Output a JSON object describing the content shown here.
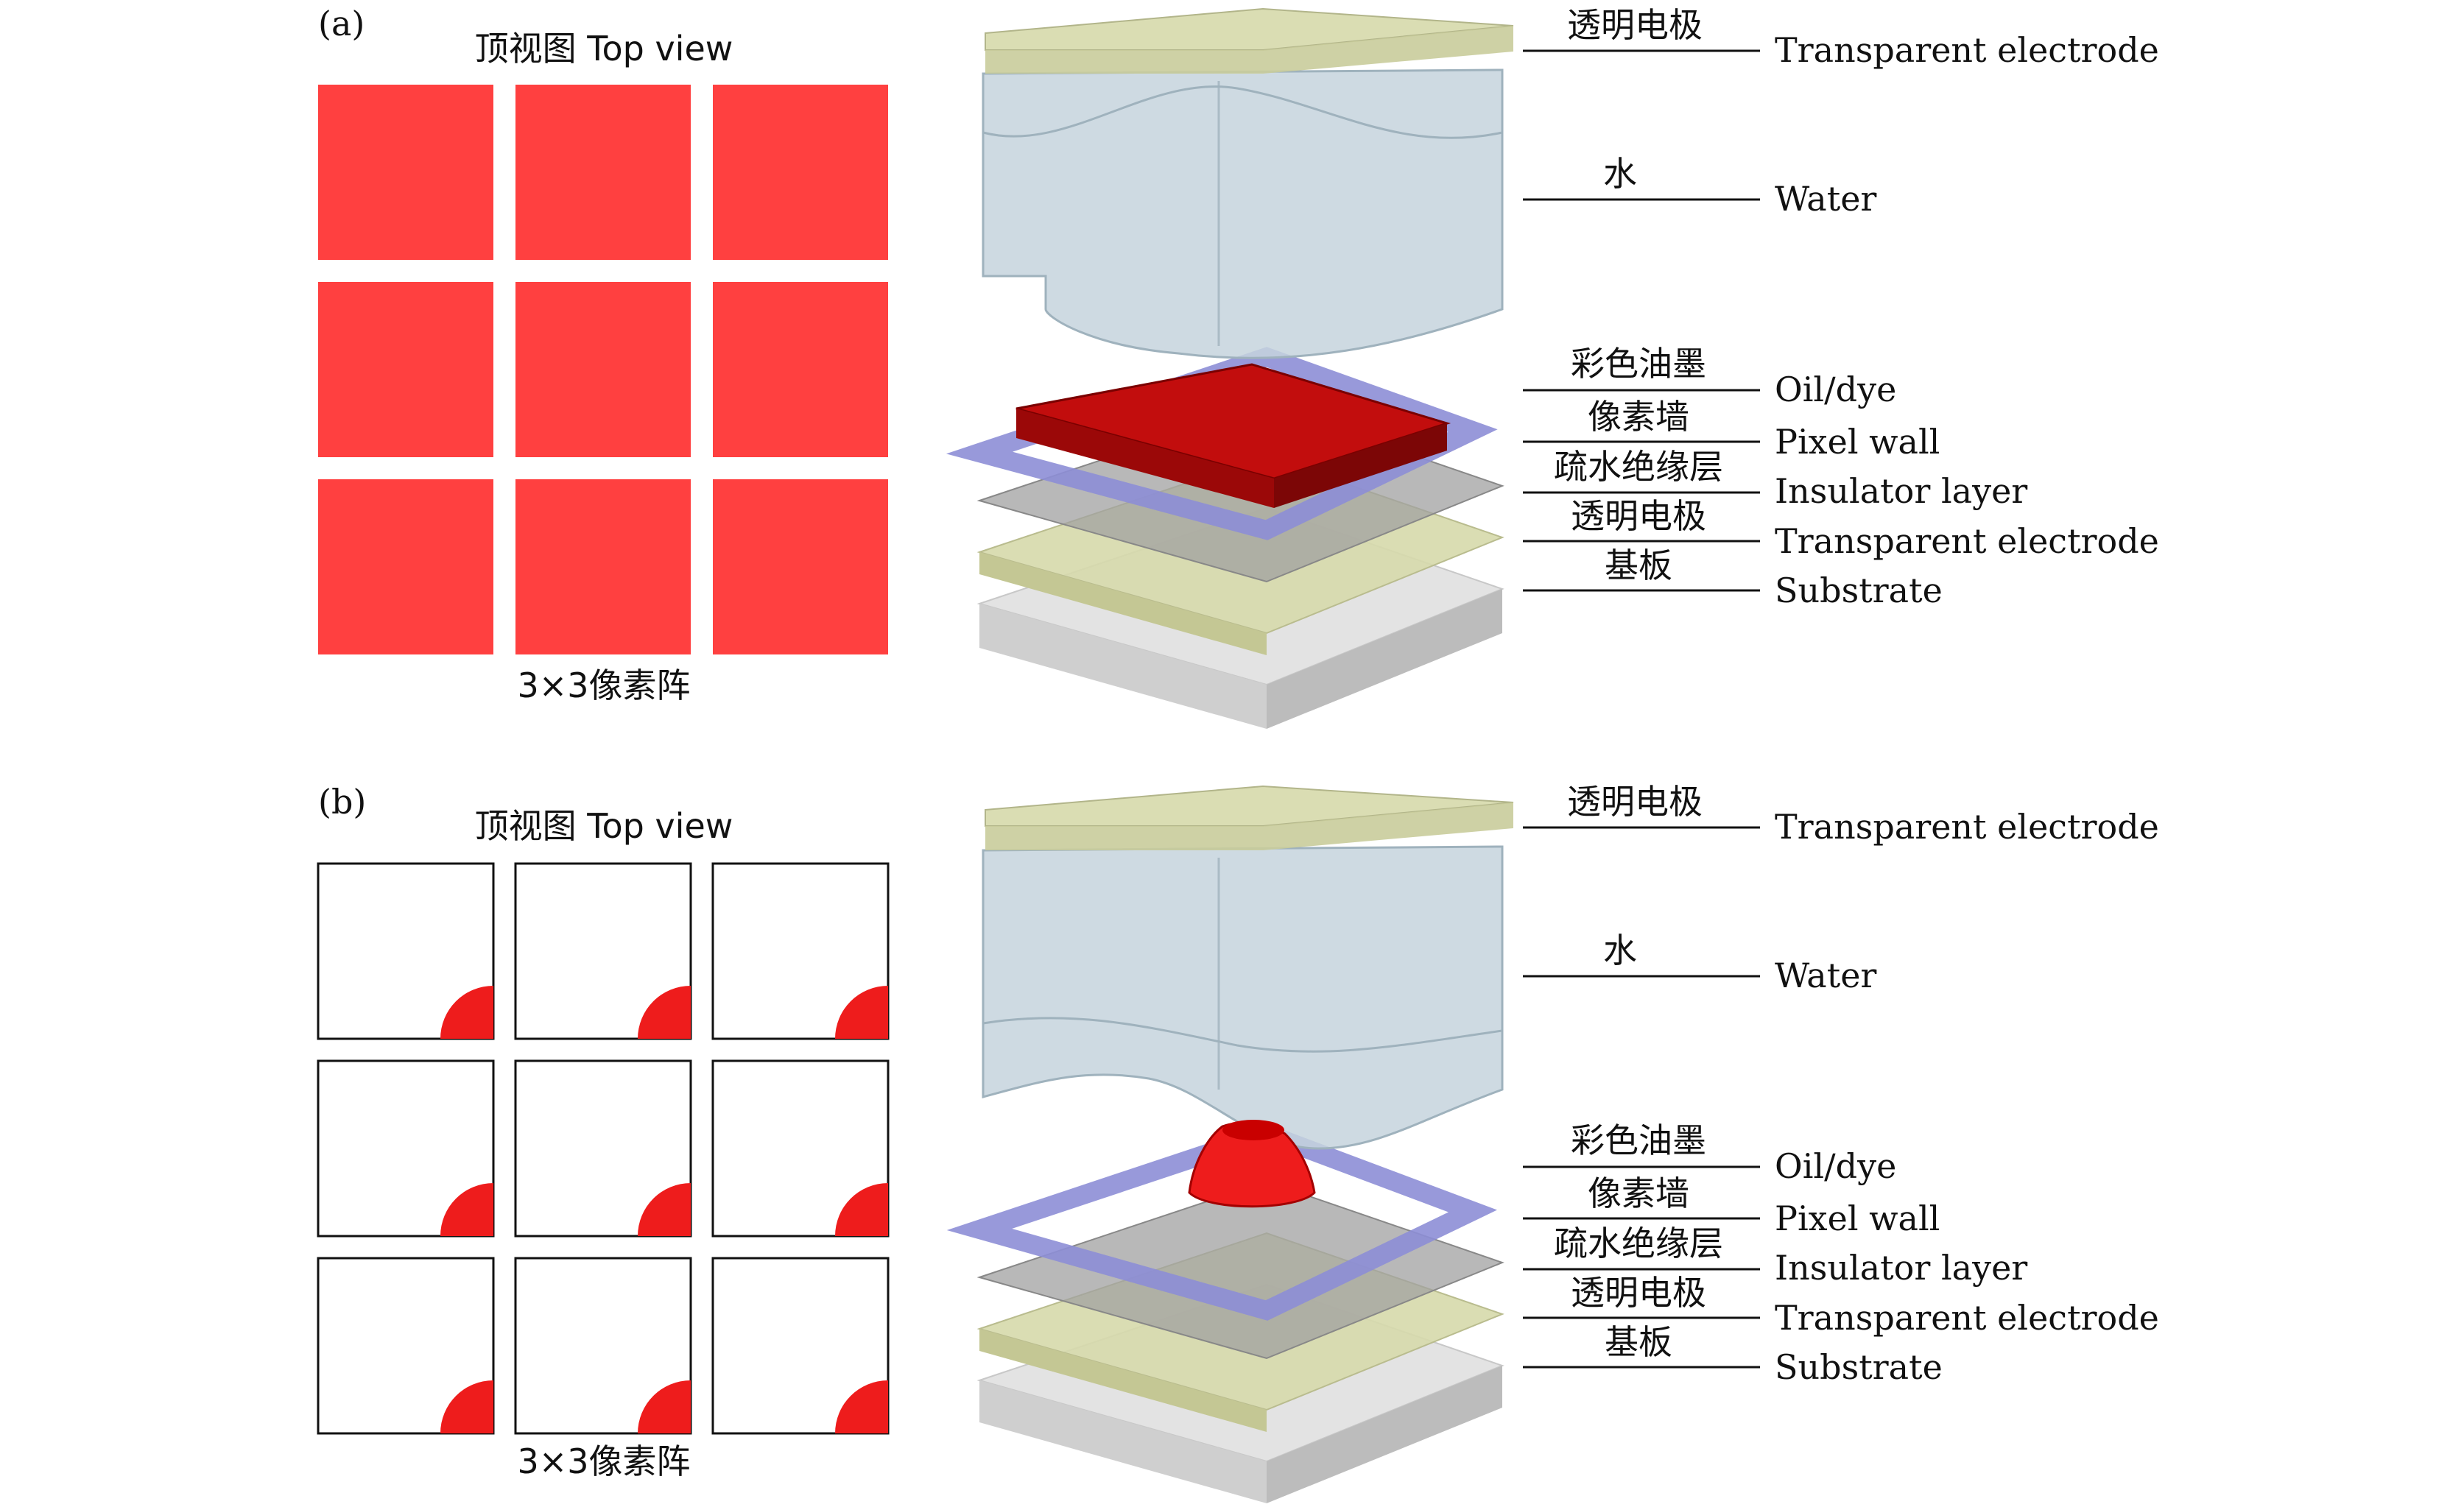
{
  "colors": {
    "oil_red": "#ff4040",
    "droplet_red": "#ee1c1c",
    "film_red": "#c20d0d",
    "water": "#c5d4dd",
    "electrode": "#d8dcae",
    "pixel_wall": "#8d8ed6",
    "insulator": "#9a9a9a",
    "substrate": "#dedede",
    "line": "#111111"
  },
  "panels": [
    {
      "id": "a",
      "panel_label": "(a)",
      "top_view_title": "顶视图 Top view",
      "array_caption": "3×3像素阵",
      "pixel_state": "film",
      "layers": [
        {
          "zh": "透明电极",
          "en": "Transparent electrode"
        },
        {
          "zh": "水",
          "en": "Water"
        },
        {
          "zh": "彩色油墨",
          "en": "Oil/dye"
        },
        {
          "zh": "像素墙",
          "en": "Pixel wall"
        },
        {
          "zh": "疏水绝缘层",
          "en": "Insulator layer"
        },
        {
          "zh": "透明电极",
          "en": "Transparent electrode"
        },
        {
          "zh": "基板",
          "en": "Substrate"
        }
      ]
    },
    {
      "id": "b",
      "panel_label": "(b)",
      "top_view_title": "顶视图 Top view",
      "array_caption": "3×3像素阵",
      "pixel_state": "droplet",
      "layers": [
        {
          "zh": "透明电极",
          "en": "Transparent electrode"
        },
        {
          "zh": "水",
          "en": "Water"
        },
        {
          "zh": "彩色油墨",
          "en": "Oil/dye"
        },
        {
          "zh": "像素墙",
          "en": "Pixel wall"
        },
        {
          "zh": "疏水绝缘层",
          "en": "Insulator layer"
        },
        {
          "zh": "透明电极",
          "en": "Transparent electrode"
        },
        {
          "zh": "基板",
          "en": "Substrate"
        }
      ]
    }
  ]
}
